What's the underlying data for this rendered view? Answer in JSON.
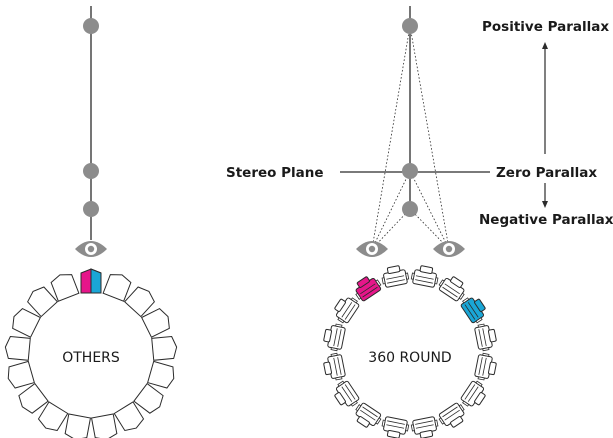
{
  "labels": {
    "others": "OTHERS",
    "round": "360 ROUND",
    "stereo_plane": "Stereo Plane",
    "positive_parallax": "Positive Parallax",
    "zero_parallax": "Zero Parallax",
    "negative_parallax": "Negative Parallax"
  },
  "colors": {
    "line": "#2b2b2b",
    "node": "#8c8c8c",
    "eye": "#8c8c8c",
    "magenta": "#e6168a",
    "cyan": "#1aa6d6",
    "camera_outline": "#2b2b2b"
  },
  "icons": {
    "eye": "eye-icon",
    "camera": "camera-module-icon",
    "node": "focal-point-icon"
  }
}
